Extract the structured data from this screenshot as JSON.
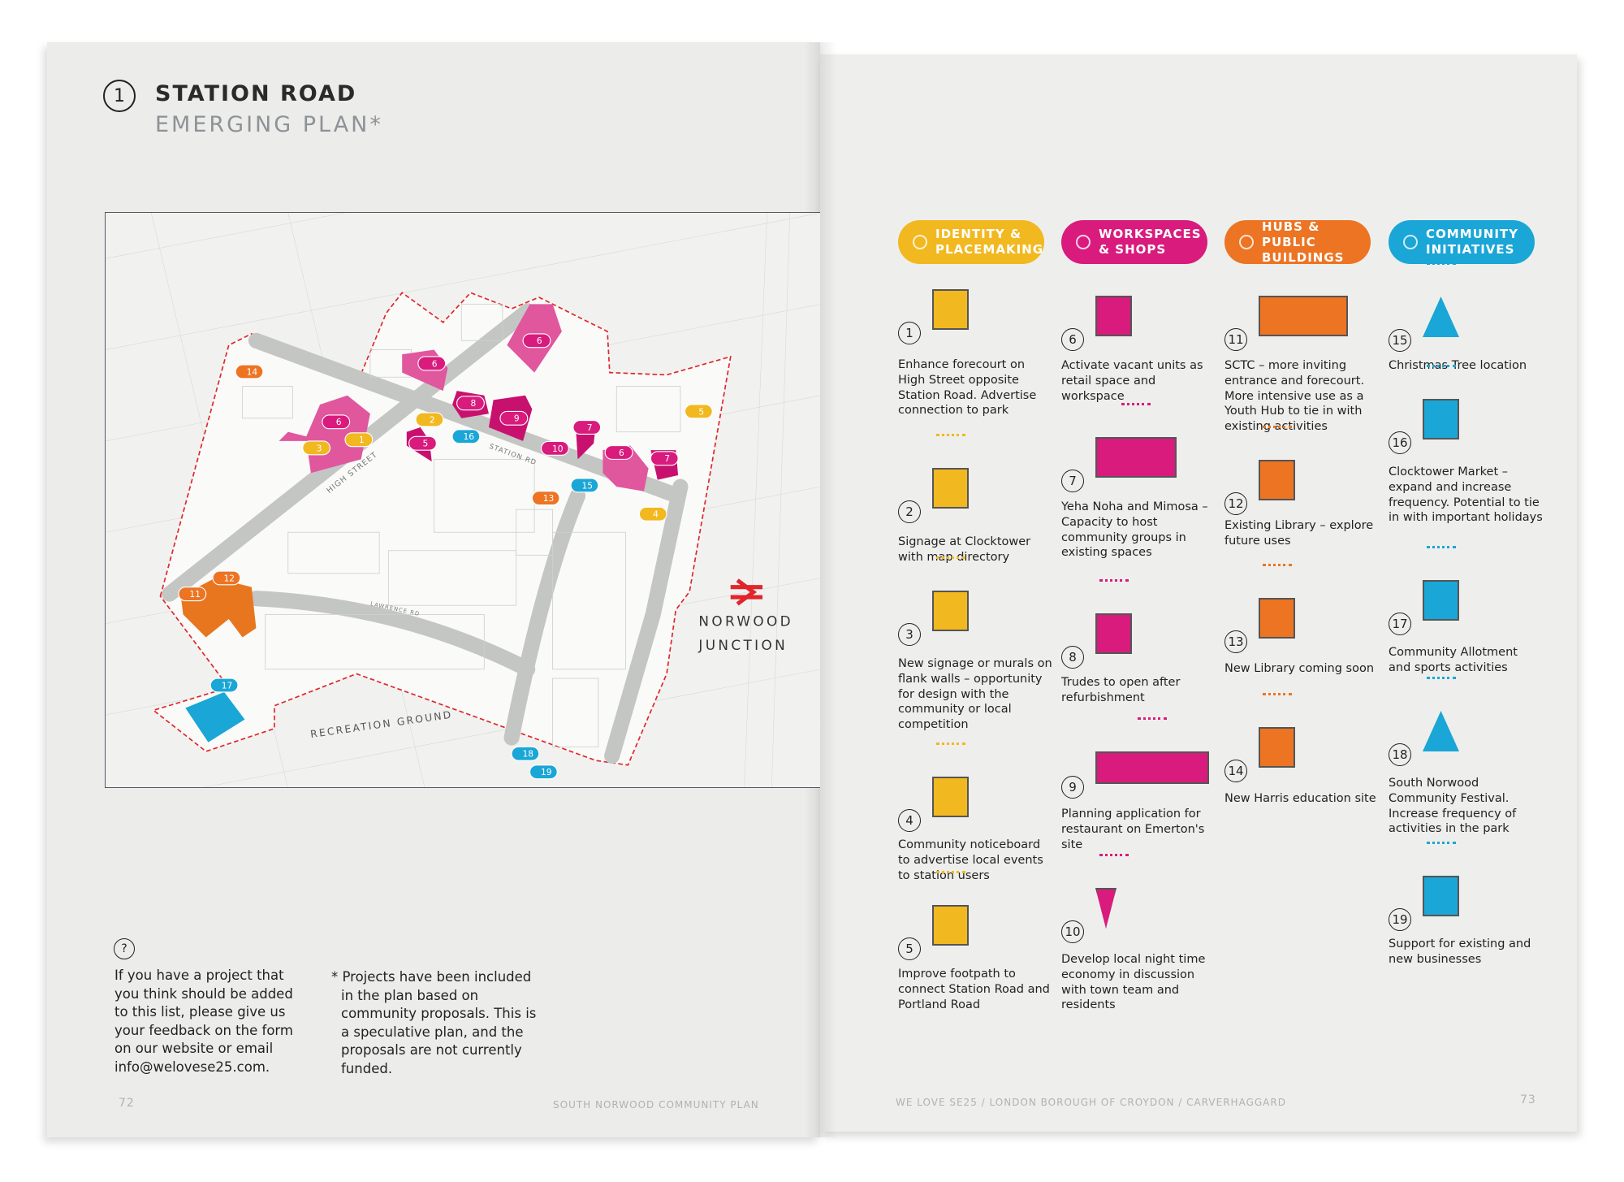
{
  "left_page": {
    "section_number": "1",
    "title": "STATION ROAD",
    "subtitle": "EMERGING PLAN*",
    "map": {
      "street_labels": {
        "high_street": "HIGH STREET",
        "station_rd": "STATION RD",
        "lawrence_rd": "LAWRENCE RD",
        "recreation_ground": "RECREATION GROUND"
      },
      "station_label_1": "NORWOOD",
      "station_label_2": "JUNCTION",
      "markers": [
        {
          "n": "14",
          "cat": "orange"
        },
        {
          "n": "6",
          "cat": "pink"
        },
        {
          "n": "6",
          "cat": "pink"
        },
        {
          "n": "6",
          "cat": "pink"
        },
        {
          "n": "3",
          "cat": "yellow"
        },
        {
          "n": "1",
          "cat": "yellow"
        },
        {
          "n": "2",
          "cat": "yellow"
        },
        {
          "n": "16",
          "cat": "blue"
        },
        {
          "n": "8",
          "cat": "pink"
        },
        {
          "n": "9",
          "cat": "pink"
        },
        {
          "n": "5",
          "cat": "pink"
        },
        {
          "n": "10",
          "cat": "pink"
        },
        {
          "n": "7",
          "cat": "pink"
        },
        {
          "n": "6",
          "cat": "pink"
        },
        {
          "n": "7",
          "cat": "pink"
        },
        {
          "n": "15",
          "cat": "blue"
        },
        {
          "n": "13",
          "cat": "orange"
        },
        {
          "n": "4",
          "cat": "yellow"
        },
        {
          "n": "5",
          "cat": "yellow"
        },
        {
          "n": "12",
          "cat": "orange"
        },
        {
          "n": "11",
          "cat": "orange"
        },
        {
          "n": "17",
          "cat": "blue"
        },
        {
          "n": "18",
          "cat": "blue"
        },
        {
          "n": "19",
          "cat": "blue"
        }
      ]
    },
    "help_icon": "?",
    "feedback_note": [
      "If you have a project that",
      "you think should be added",
      "to this list, please give us",
      "your feedback on the form",
      "on our website or email",
      "info@welovese25.com."
    ],
    "footnote": [
      "* Projects have been included",
      "in the plan based on",
      "community proposals. This is",
      "a speculative plan, and the",
      "proposals are not currently",
      "funded."
    ],
    "page_number": "72",
    "footer": "SOUTH NORWOOD COMMUNITY PLAN"
  },
  "right_page": {
    "categories": [
      {
        "line1": "IDENTITY &",
        "line2": "PLACEMAKING",
        "color": "#f2b820",
        "icon": "lightbulb-icon"
      },
      {
        "line1": "WORKSPACES",
        "line2": "& SHOPS",
        "color": "#d81b7d",
        "icon": "shop-icon"
      },
      {
        "line1": "HUBS & PUBLIC",
        "line2": "BUILDINGS",
        "color": "#ec7423",
        "icon": "arrows-icon"
      },
      {
        "line1": "COMMUNITY",
        "line2": "INITIATIVES",
        "color": "#1aa6d6",
        "icon": "handshake-icon"
      }
    ],
    "items": [
      {
        "n": "1",
        "cat": 0,
        "icon": "lamp-bench-icon",
        "text": "Enhance forecourt on High Street opposite Station Road. Advertise connection to park"
      },
      {
        "n": "2",
        "cat": 0,
        "icon": "clocktower-icon",
        "text": "Signage at Clocktower with map directory"
      },
      {
        "n": "3",
        "cat": 0,
        "icon": "signpost-icon",
        "text": "New signage or murals on flank walls – opportunity for design with the community or local competition"
      },
      {
        "n": "4",
        "cat": 0,
        "icon": "noticeboard-icon",
        "text": "Community noticeboard to advertise local events to station users"
      },
      {
        "n": "5",
        "cat": 0,
        "icon": "footpath-icon",
        "text": "Improve footpath to connect Station Road and Portland Road"
      },
      {
        "n": "6",
        "cat": 1,
        "icon": "building-icon",
        "text": "Activate vacant units as retail space and workspace"
      },
      {
        "n": "7",
        "cat": 1,
        "icon": "buildings-icon",
        "text": "Yeha Noha and Mimosa – Capacity to host community groups in existing spaces"
      },
      {
        "n": "8",
        "cat": 1,
        "icon": "building-icon",
        "text": "Trudes to open after refurbishment"
      },
      {
        "n": "9",
        "cat": 1,
        "icon": "terrace-icon",
        "text": "Planning application for restaurant on Emerton's site"
      },
      {
        "n": "10",
        "cat": 1,
        "icon": "cocktail-icon",
        "text": "Develop local night time economy in discussion with town team and residents"
      },
      {
        "n": "11",
        "cat": 2,
        "icon": "hall-icon",
        "text": "SCTC – more inviting entrance and forecourt. More intensive use as a Youth Hub to tie in with existing activities"
      },
      {
        "n": "12",
        "cat": 2,
        "icon": "library-question-icon",
        "text": "Existing Library – explore future uses"
      },
      {
        "n": "13",
        "cat": 2,
        "icon": "library-icon",
        "text": "New Library coming soon"
      },
      {
        "n": "14",
        "cat": 2,
        "icon": "school-icon",
        "text": "New Harris education site"
      },
      {
        "n": "15",
        "cat": 3,
        "icon": "christmas-tree-icon",
        "text": "Christmas Tree location"
      },
      {
        "n": "16",
        "cat": 3,
        "icon": "market-stall-icon",
        "text": "Clocktower Market – expand and increase frequency. Potential to tie in with important holidays"
      },
      {
        "n": "17",
        "cat": 3,
        "icon": "trowel-icon",
        "text": "Community Allotment and sports activities"
      },
      {
        "n": "18",
        "cat": 3,
        "icon": "star-icon",
        "text": "South Norwood Community Festival. Increase frequency of activities in the park"
      },
      {
        "n": "19",
        "cat": 3,
        "icon": "meeting-icon",
        "text": "Support for existing and new businesses"
      }
    ],
    "footer": "WE LOVE SE25 / LONDON BOROUGH OF CROYDON / CARVERHAGGARD",
    "page_number": "73"
  }
}
